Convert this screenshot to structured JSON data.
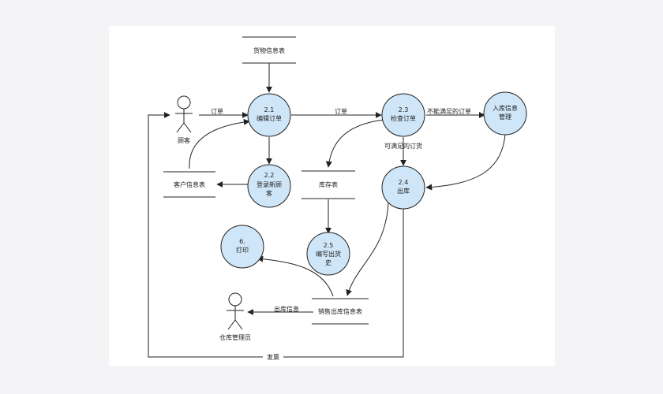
{
  "processes": {
    "p21": {
      "num": "2.1",
      "label": "编辑订单"
    },
    "p22": {
      "num": "2.2",
      "label1": "登录新顾",
      "label2": "客"
    },
    "p23": {
      "num": "2.3",
      "label": "检查订单"
    },
    "p24": {
      "num": "2.4",
      "label": "出库"
    },
    "p25": {
      "num": "2.5",
      "label1": "编写出货",
      "label2": "史"
    },
    "p6": {
      "num": "6.",
      "label": "打印"
    },
    "p_in": {
      "label1": "入库信息",
      "label2": "管理"
    }
  },
  "stores": {
    "goods": "货物信息表",
    "customer": "客户信息表",
    "inventory": "库存表",
    "sales": "销售出库信息表"
  },
  "actors": {
    "customer": "顾客",
    "warehouse": "仓库管理员"
  },
  "flows": {
    "order1": "订单",
    "order2": "订单",
    "unsatisfied": "不能满足的订单",
    "satisfiable": "可满足的订货",
    "outbound_info": "出库信息",
    "invoice": "发票"
  },
  "colors": {
    "process_fill": "#cfe6f8",
    "stroke": "#222222",
    "canvas": "#ffffff",
    "background": "#f4f4f6"
  }
}
